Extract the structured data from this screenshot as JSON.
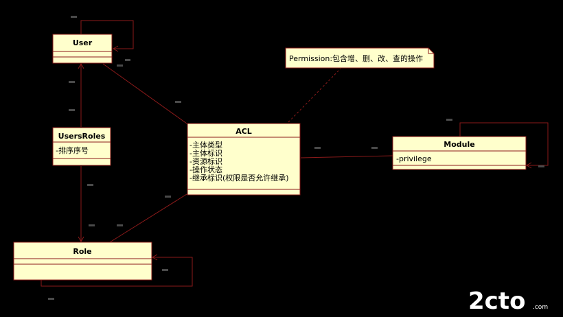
{
  "classes": {
    "user": {
      "name": "User",
      "attributes": []
    },
    "users_roles": {
      "name": "UsersRoles",
      "attributes": [
        "-排序序号"
      ]
    },
    "role": {
      "name": "Role",
      "attributes": []
    },
    "acl": {
      "name": "ACL",
      "attributes": [
        "-主体类型",
        "-主体标识",
        "-资源标识",
        "-操作状态",
        "-继承标识(权限是否允许继承)"
      ]
    },
    "module": {
      "name": "Module",
      "attributes": [
        "-privilege"
      ]
    }
  },
  "note": {
    "text": "Permission:包含增、删、改、查的操作"
  },
  "watermark": {
    "text": "2cto",
    "sub": ".com"
  }
}
